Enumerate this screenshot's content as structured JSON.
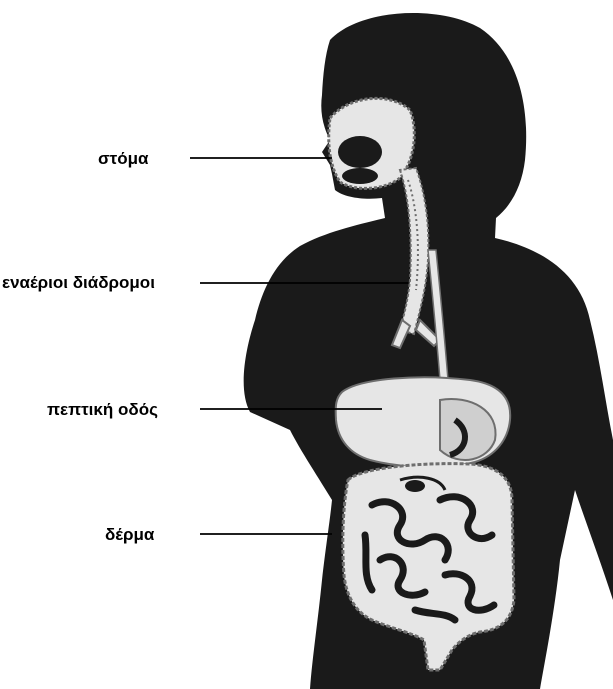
{
  "labels": {
    "mouth": "στόμα",
    "airways": "εναέριοι διάδρομοι",
    "digestive_tract": "πεπτική οδός",
    "skin": "δέρμα"
  },
  "colors": {
    "silhouette": "#1a1a1a",
    "organ": "#e6e6e6",
    "organ_detail": "#6e6e6e",
    "background": "#ffffff"
  }
}
